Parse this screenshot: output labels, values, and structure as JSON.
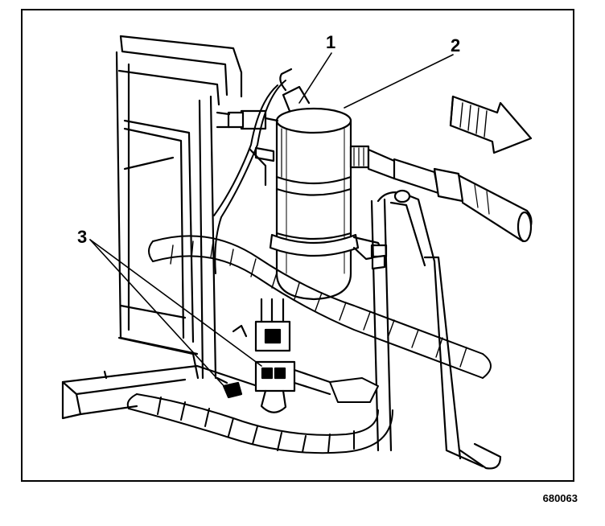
{
  "callouts": {
    "one": "1",
    "two": "2",
    "three": "3"
  },
  "figure_number": "680063",
  "colors": {
    "ink": "#000000",
    "paper": "#ffffff"
  }
}
